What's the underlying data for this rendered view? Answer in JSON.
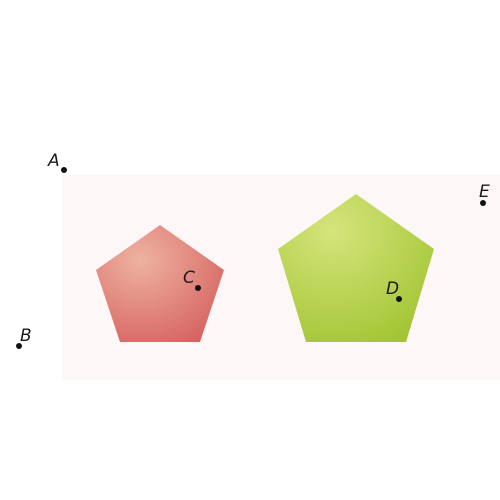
{
  "colors": {
    "backdrop": "#fdf7f7",
    "red_light": "#eeb2a0",
    "red_dark": "#d35a5a",
    "green_light": "#d6e47c",
    "green_dark": "#9bc12a",
    "point": "#111111"
  },
  "shapes": {
    "small_pentagon": "pentagon",
    "large_pentagon": "pentagon"
  },
  "points": {
    "A": "A",
    "B": "B",
    "C": "C",
    "D": "D",
    "E": "E"
  }
}
